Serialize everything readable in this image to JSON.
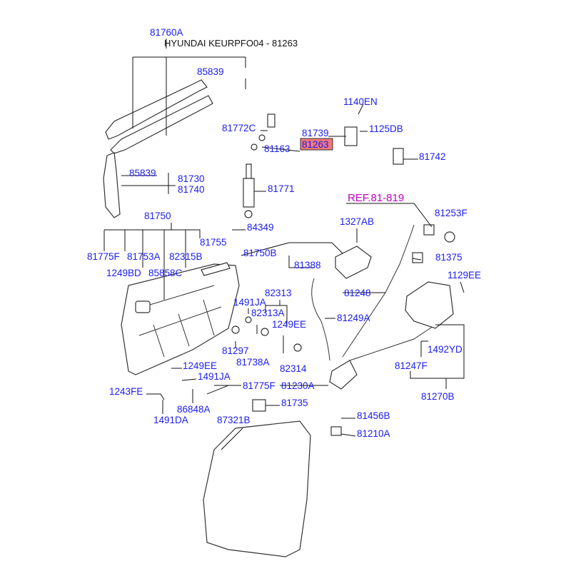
{
  "title": "HYUNDAI KEURPFO04 - 81263",
  "highlight_color": "#f07878",
  "ref_color": "#c000c0",
  "label_color": "#1c1cf0",
  "highlighted_part": "81263",
  "ref_label": "REF.81-819",
  "labels": [
    "81760A",
    "85839",
    "81772C",
    "1140EN",
    "81739",
    "1125DB",
    "81163",
    "81742",
    "85839",
    "81730",
    "81740",
    "81771",
    "81253F",
    "81750",
    "1327AB",
    "84349",
    "81755",
    "81750B",
    "81775F",
    "81753A",
    "82315B",
    "81375",
    "81388",
    "1249BD",
    "85858C",
    "1129EE",
    "82313",
    "81248",
    "1491JA",
    "82313A",
    "81249A",
    "1249EE",
    "81297",
    "1492YD",
    "81738A",
    "1249EE",
    "82314",
    "81247F",
    "1491JA",
    "81775F",
    "81230A",
    "1243FE",
    "81270B",
    "81735",
    "86848A",
    "81456B",
    "1491DA",
    "87321B",
    "81210A"
  ]
}
